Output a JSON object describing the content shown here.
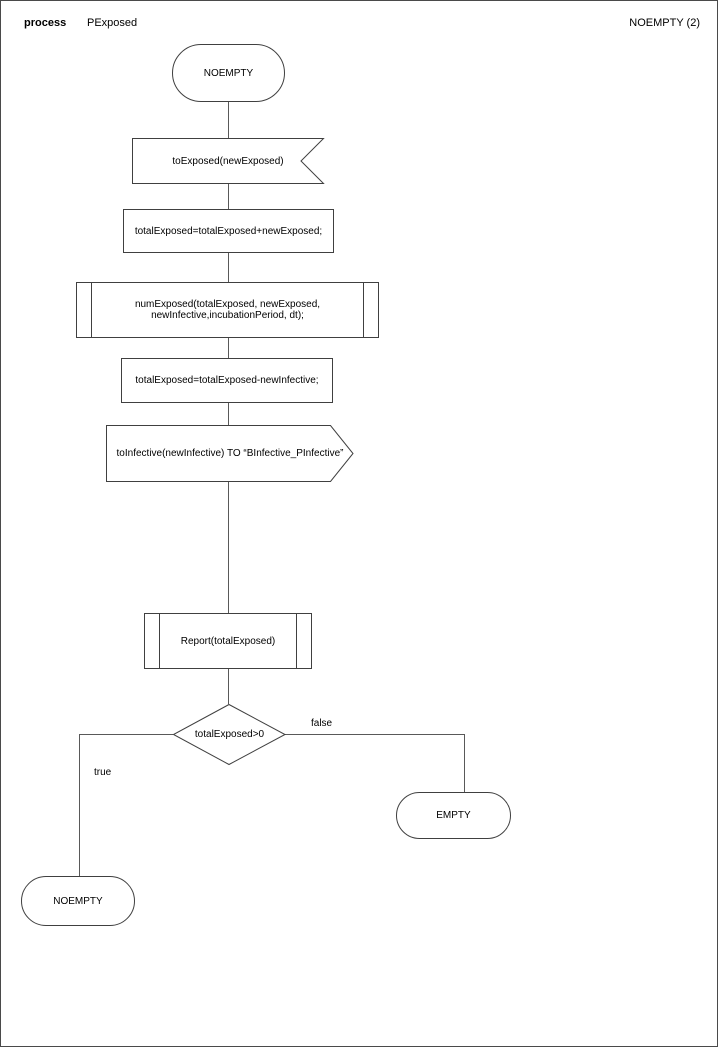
{
  "header": {
    "process_label": "process",
    "diagram_name": "PExposed",
    "page_ref": "NOEMPTY (2)"
  },
  "colors": {
    "background": "#ffffff",
    "page_border": "#4a4a4a",
    "shape_border": "#404040",
    "connector": "#595959",
    "text": "#000000"
  },
  "nodes": {
    "start": {
      "type": "state-terminal",
      "label": "NOEMPTY"
    },
    "input": {
      "type": "input-signal",
      "label": "toExposed(newExposed)"
    },
    "assign_add": {
      "type": "task",
      "label": "totalExposed=totalExposed+newExposed;"
    },
    "num_exposed": {
      "type": "subprocess",
      "line1": "numExposed(totalExposed, newExposed,",
      "line2": "newInfective,incubationPeriod, dt);"
    },
    "assign_sub": {
      "type": "task",
      "label": "totalExposed=totalExposed-newInfective;"
    },
    "output": {
      "type": "output-signal",
      "label": "toInfective(newInfective) TO “BInfective_PInfective”"
    },
    "report": {
      "type": "subprocess",
      "label": "Report(totalExposed)"
    },
    "decision": {
      "type": "decision",
      "label": "totalExposed>0"
    },
    "end_empty": {
      "type": "state-terminal",
      "label": "EMPTY"
    },
    "end_noempty": {
      "type": "state-terminal",
      "label": "NOEMPTY"
    }
  },
  "edges": {
    "true_label": "true",
    "false_label": "false"
  }
}
